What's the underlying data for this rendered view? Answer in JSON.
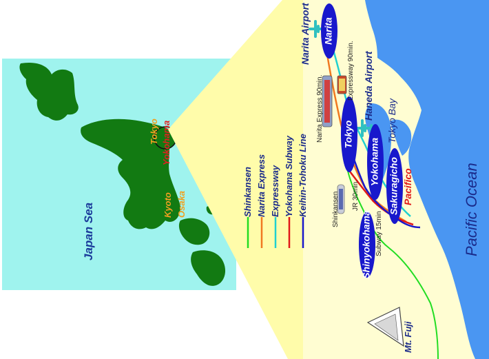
{
  "japan_map": {
    "sea_label": "Japan Sea",
    "ocean_label_partial": "an",
    "cities": [
      {
        "id": "tokyo",
        "label": "Tokyo",
        "color": "#f0a020"
      },
      {
        "id": "yokohama",
        "label": "Yokohama",
        "color": "#e02020"
      },
      {
        "id": "kyoto",
        "label": "Kyoto",
        "color": "#f0a020"
      },
      {
        "id": "osaka",
        "label": "Osaka",
        "color": "#f0a020"
      }
    ]
  },
  "legend": {
    "items": [
      {
        "label": "Shinkansen",
        "color": "#22dd22"
      },
      {
        "label": "Narita Express",
        "color": "#f07820"
      },
      {
        "label": "Expressway",
        "color": "#20d0d0"
      },
      {
        "label": "Yokohama Subway",
        "color": "#e01818"
      },
      {
        "label": "Keihin-Tohoku Line",
        "color": "#1818cc"
      }
    ]
  },
  "detail_map": {
    "ocean_label": "Pacific Ocean",
    "bay_label": "Tokyo Bay",
    "narita_airport": "Narita Airport",
    "haneda_airport": "Haneda Airport",
    "mt_fuji": "Mt. Fuji",
    "pacifico": "Pacifico",
    "stations": {
      "narita": "Narita",
      "tokyo": "Tokyo",
      "yokohama": "Yokohama",
      "sakuragicho": "Sakuragicho",
      "shinyokohama": "Shinyokohama"
    },
    "routes": {
      "narita_express": "Narita Express 90min.",
      "expressway": "Expressway 90min.",
      "jr": "JR 30min.",
      "shinkansen": "Shinkansen",
      "subway": "Subway 15min"
    }
  }
}
